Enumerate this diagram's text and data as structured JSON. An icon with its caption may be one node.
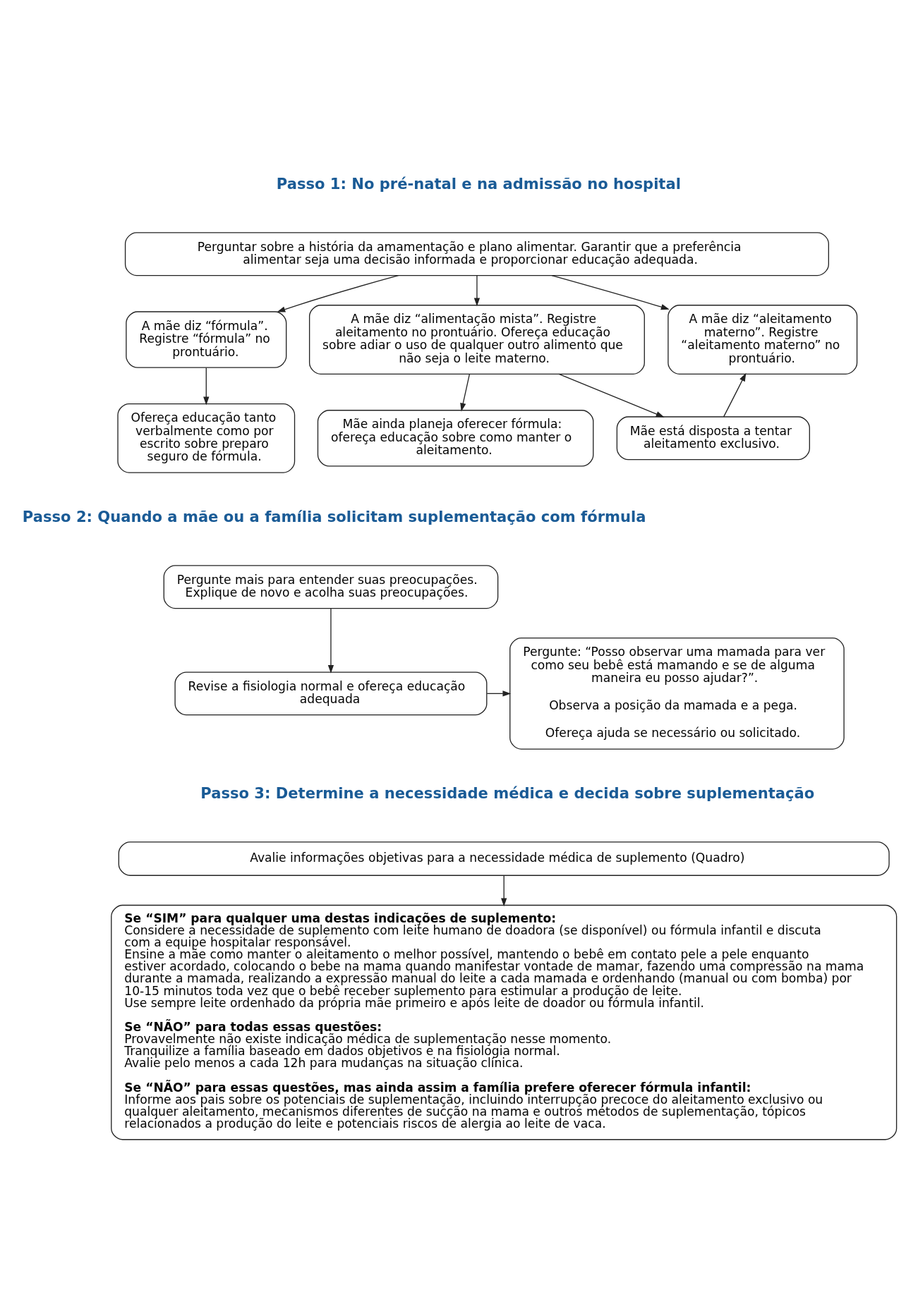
{
  "diagram": {
    "nodes": [
      {
        "text": [
          "Perguntar sobre a história da amamentação e plano alimentar. Garantir que a preferência alimentar seja uma decisão informada e proporcionar educação adequada."
        ]
      },
      {
        "text": [
          "A mãe diz “fórmula”. Registre “fórmula” no prontuário."
        ]
      },
      {
        "text": [
          "A mãe diz “alimentação mista”. Registre aleitamento no prontuário. Ofereça educação sobre adiar o uso de qualquer outro alimento que não seja o leite materno."
        ]
      },
      {
        "text": [
          "A mãe diz “aleitamento materno”. Registre “aleitamento materno” no prontuário."
        ]
      },
      {
        "text": [
          "Ofereça educação tanto verbalmente como por escrito sobre preparo seguro de fórmula."
        ]
      },
      {
        "text": [
          "Mãe ainda planeja oferecer fórmula: ofereça educação sobre como manter o aleitamento."
        ]
      },
      {
        "text": [
          "Mãe está disposta a tentar aleitamento exclusivo."
        ]
      },
      {
        "text": [
          "Pergunte mais para entender suas preocupações. Explique de novo e acolha suas preocupações."
        ]
      },
      {
        "text": [
          "Revise a fisiologia normal e ofereça educação adequada"
        ]
      },
      {
        "text": [
          "Pergunte: “Posso observar uma mamada para ver como seu bebê está mamando e se de alguma maneira eu posso ajudar?”.",
          "Observa a posição da mamada e a pega.",
          "Ofereça ajuda se necessário ou solicitado."
        ]
      },
      {
        "text": [
          "Avalie informações objetivas para a necessidade médica de suplemento (Quadro)"
        ]
      },
      {
        "text": [
          "Se “SIM” para qualquer uma destas indicações de suplemento:",
          "Considere a necessidade de suplemento com leite humano de doadora (se disponível) ou fórmula infantil e discuta com a equipe hospitalar responsável.",
          "Ensine a mãe como manter o aleitamento o melhor possível, mantendo o bebê em contato pele a pele enquanto estiver acordado, colocando o bebe na mama quando manifestar vontade de mamar, fazendo uma compressão na mama durante a mamada, realizando a expressão manual do leite a cada mamada e ordenhando (manual ou com bomba) por 10-15 minutos toda vez que o bebê receber suplemento para estimular a produção de leite.",
          "Use sempre leite ordenhado da própria mãe primeiro e após leite de doador ou fórmula infantil.",
          "Se “NÃO” para todas essas questões:",
          "Provavelmente não existe indicação médica de suplementação nesse momento.",
          "Tranquilize a família baseado em dados objetivos e na fisiologia normal.",
          "Avalie pelo menos a cada 12h para mudanças na situação clínica.",
          "Se “NÃO” para essas questões, mas ainda assim a família prefere oferecer fórmula infantil:",
          "Informe aos pais sobre os potenciais de suplementação, incluindo interrupção precoce do aleitamento exclusivo ou qualquer aleitamento, mecanismos diferentes de sucção na mama e outros métodos de suplementação, tópicos relacionados a produção do leite e potenciais riscos de alergia ao leite de vaca."
        ]
      }
    ],
    "edges": [
      {
        "from": 0,
        "to": 1,
        "arrow": "to"
      },
      {
        "from": 0,
        "to": 2,
        "arrow": "to"
      },
      {
        "from": 0,
        "to": 3,
        "arrow": "to"
      },
      {
        "from": 1,
        "to": 4,
        "arrow": "to"
      },
      {
        "from": 2,
        "to": 5,
        "arrow": "to"
      },
      {
        "from": 2,
        "to": 6,
        "arrow": "to"
      },
      {
        "from": 6,
        "to": 3,
        "arrow": "to"
      },
      {
        "from": 7,
        "to": 8,
        "arrow": "to"
      },
      {
        "from": 8,
        "to": 9,
        "arrow": "to"
      },
      {
        "from": 10,
        "to": 11,
        "arrow": "to"
      }
    ],
    "labels": [
      "Passo 1: No pré-natal e na admissão no hospital",
      "Passo 2: Quando a mãe ou a família solicitam suplementação com fórmula",
      "Passo 3: Determine a necessidade médica e decida sobre suplementação"
    ]
  }
}
